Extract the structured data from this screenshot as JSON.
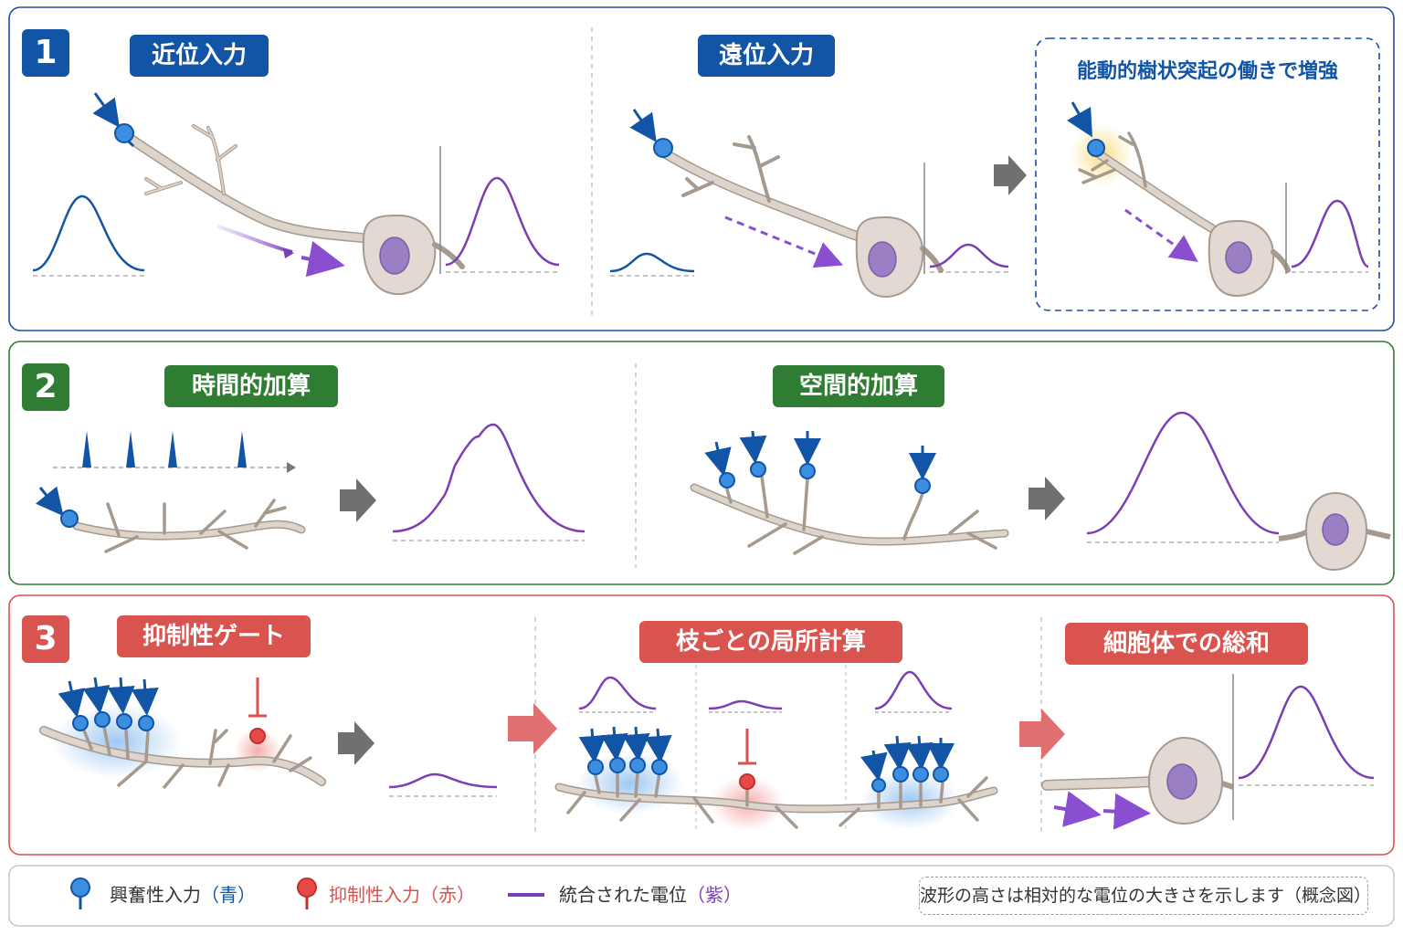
{
  "sections": [
    {
      "number": "1",
      "labels": {
        "proximal": "近位入力",
        "distal": "遠位入力",
        "active": "能動的樹状突起の働きで増強"
      }
    },
    {
      "number": "2",
      "labels": {
        "temporal": "時間的加算",
        "spatial": "空間的加算"
      }
    },
    {
      "number": "3",
      "labels": {
        "gate": "抑制性ゲート",
        "branch": "枝ごとの局所計算",
        "soma": "細胞体での総和"
      }
    }
  ],
  "legend": {
    "excitatory": "興奮性入力",
    "excitatory_color_name": "（青）",
    "inhibitory": "抑制性入力",
    "inhibitory_color_name": "（赤）",
    "integrated": "統合された電位",
    "integrated_color_name": "（紫）",
    "note": "波形の高さは相対的な電位の大きさを示します（概念図）"
  },
  "colors": {
    "blue": "#1254a5",
    "green": "#2e7d32",
    "red": "#d9534f",
    "purple": "#7b3fb5",
    "dendrite": "#d8cfc5",
    "soma": "#e2dad2",
    "nucleus": "#9b7fc4"
  }
}
